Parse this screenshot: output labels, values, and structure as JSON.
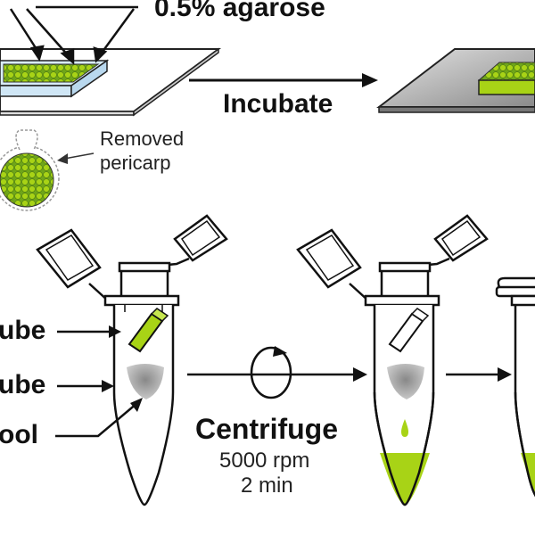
{
  "labels": {
    "agarose": "0.5% agarose",
    "incubate": "Incubate",
    "removed": "Removed",
    "pericarp": "pericarp",
    "tube_upper": "ube",
    "tube_lower": "ube",
    "pool": "ool",
    "centrifuge": "Centrifuge",
    "speed": "5000 rpm",
    "time": "2 min"
  },
  "colors": {
    "green": "#a8d316",
    "dark_green": "#5a8a12",
    "slide_fill": "#ffffff",
    "gray": "#9b9b9b",
    "light_blue": "#cfe6f5"
  }
}
